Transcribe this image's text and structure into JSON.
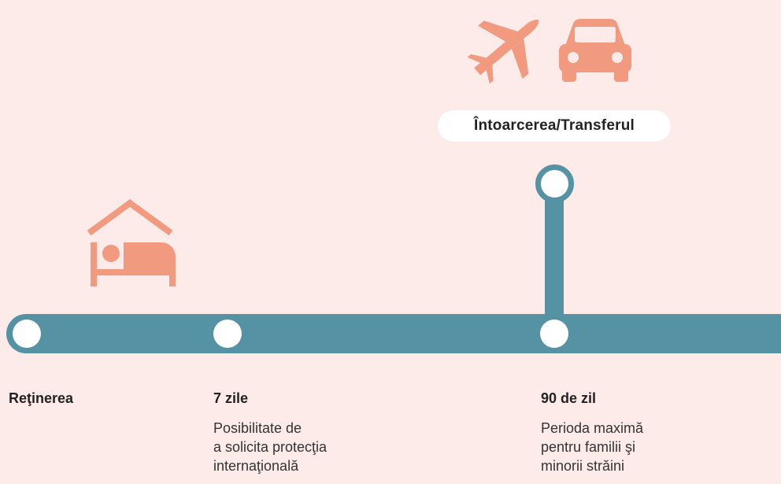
{
  "colors": {
    "background": "#fdebea",
    "track": "#5593a4",
    "icon": "#f29a80",
    "node": "#ffffff"
  },
  "icons": {
    "detention": "bed-house-icon",
    "transfer_plane": "airplane-icon",
    "transfer_car": "car-icon"
  },
  "transfer_badge": {
    "label": "Întoarcerea/Transferul"
  },
  "milestones": [
    {
      "title": "Reţinerea",
      "lines": []
    },
    {
      "title": "7 zile",
      "lines": [
        "Posibilitate de",
        "a solicita protecţia",
        "internaţională"
      ]
    },
    {
      "title": "90 de zil",
      "lines": [
        "Perioda maximă",
        "pentru familii şi",
        "minorii străini"
      ]
    }
  ]
}
